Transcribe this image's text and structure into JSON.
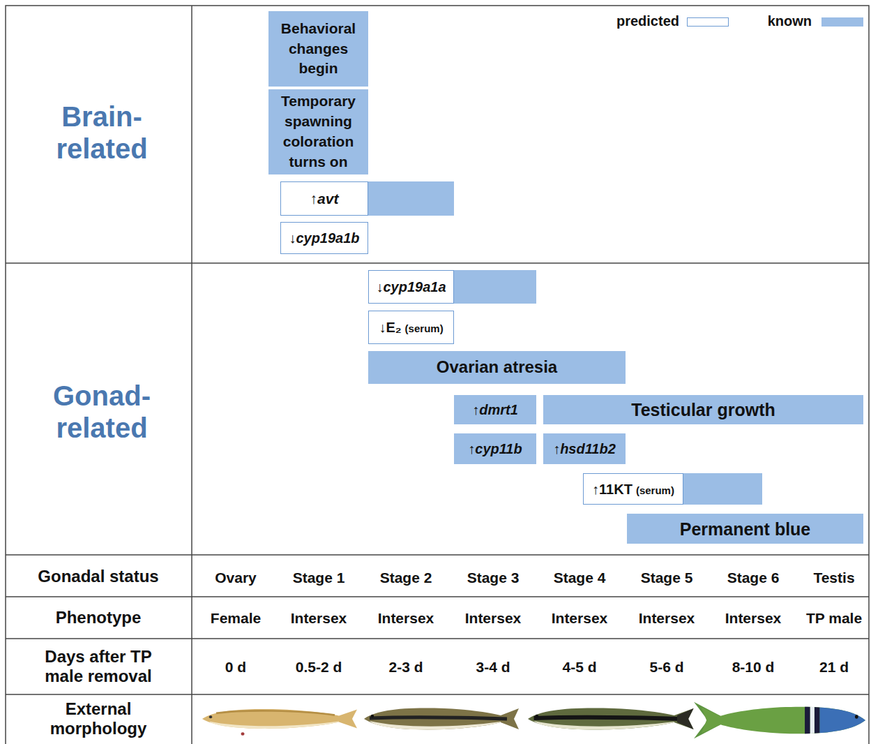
{
  "diagram": {
    "nodes": [
      {
        "text": [
          "Behavioral changes begin"
        ]
      },
      {
        "text": [
          "Temporary spawning coloration turns on"
        ]
      },
      {
        "text": [
          "↑avt"
        ]
      },
      {
        "text": [
          "↓cyp19a1b"
        ]
      },
      {
        "text": [
          "↓cyp19a1a"
        ]
      },
      {
        "text": [
          "↓E₂",
          "(serum)"
        ]
      },
      {
        "text": [
          "Ovarian atresia"
        ]
      },
      {
        "text": [
          "↑dmrt1"
        ]
      },
      {
        "text": [
          "Testicular growth"
        ]
      },
      {
        "text": [
          "↑cyp11b"
        ]
      },
      {
        "text": [
          "↑hsd11b2"
        ]
      },
      {
        "text": [
          "↑11KT",
          "(serum)"
        ]
      },
      {
        "text": [
          "Permanent blue"
        ]
      }
    ],
    "labels": [
      "Brain-related",
      "Gonad-related",
      "Gonadal status",
      "Ovary",
      "Stage 1",
      "Stage 2",
      "Stage 3",
      "Stage 4",
      "Stage 5",
      "Stage 6",
      "Testis",
      "Phenotype",
      "Female",
      "Intersex",
      "Intersex",
      "Intersex",
      "Intersex",
      "Intersex",
      "Intersex",
      "TP male",
      "Days after TP male removal",
      "0 d",
      "0.5-2 d",
      "2-3 d",
      "3-4 d",
      "4-5 d",
      "5-6 d",
      "8-10 d",
      "21 d",
      "External morphology"
    ],
    "legend": [
      {
        "text": "predicted",
        "color": "#ffffff"
      },
      {
        "text": "known",
        "color": "#9bbde5"
      }
    ]
  }
}
